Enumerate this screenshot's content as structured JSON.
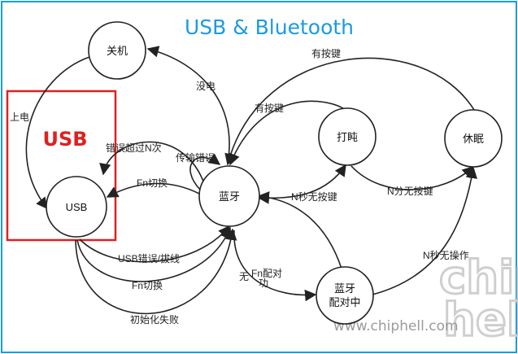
{
  "title": "USB & Bluetooth",
  "highlight_label": "USB",
  "colors": {
    "title": "#1b9be0",
    "highlight": "#e02020",
    "frame": "#1b9be0"
  },
  "states": {
    "off": "关机",
    "usb": "USB",
    "bt": "蓝牙",
    "doze": "打盹",
    "sleep": "休眠",
    "pairing_line1": "蓝牙",
    "pairing_line2": "配对中"
  },
  "transitions": {
    "power_on": "上电",
    "no_power": "没电",
    "usb_error_timeout": "错误超过N次",
    "transfer_error": "传输错误",
    "fn_switch_to_usb": "Fn切换",
    "usb_error_unplug": "USB错误/拔线",
    "fn_switch_to_bt": "Fn切换",
    "init_failed": "初始化失败",
    "key_press_from_sleep": "有按键",
    "key_press_from_doze": "有按键",
    "n_sec_no_key": "N秒无按键",
    "n_min_no_key": "N分无按键",
    "no_op_start": "无",
    "fn_pair": "Fn配对",
    "no_op_end": "功",
    "n_sec_no_op": "N秒无操作"
  },
  "watermark": {
    "url": "www.chiphell.com",
    "logo_line1": "chip",
    "logo_line2": "hell"
  }
}
